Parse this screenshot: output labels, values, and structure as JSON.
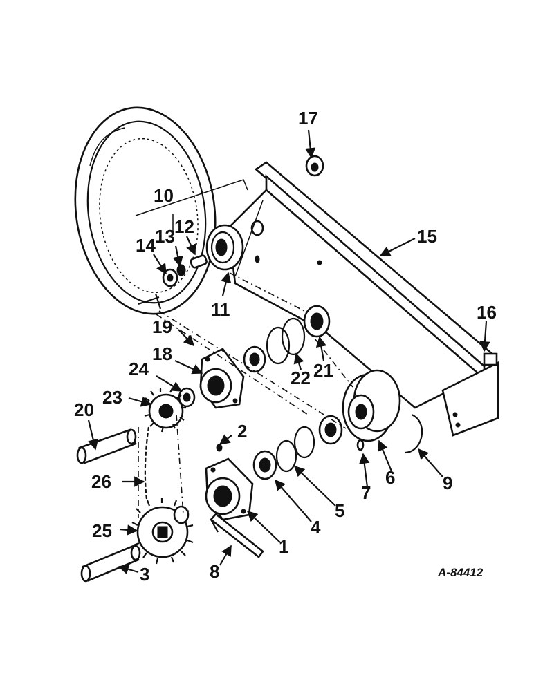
{
  "diagram": {
    "code": "A-84412",
    "callouts": {
      "c1": "1",
      "c2": "2",
      "c3": "3",
      "c4": "4",
      "c5": "5",
      "c6": "6",
      "c7": "7",
      "c8": "8",
      "c9": "9",
      "c10": "10",
      "c11": "11",
      "c12": "12",
      "c13": "13",
      "c14": "14",
      "c15": "15",
      "c16": "16",
      "c17": "17",
      "c18": "18",
      "c19": "19",
      "c20": "20",
      "c21": "21",
      "c22": "22",
      "c23": "23",
      "c24": "24",
      "c25": "25",
      "c26": "26"
    }
  }
}
